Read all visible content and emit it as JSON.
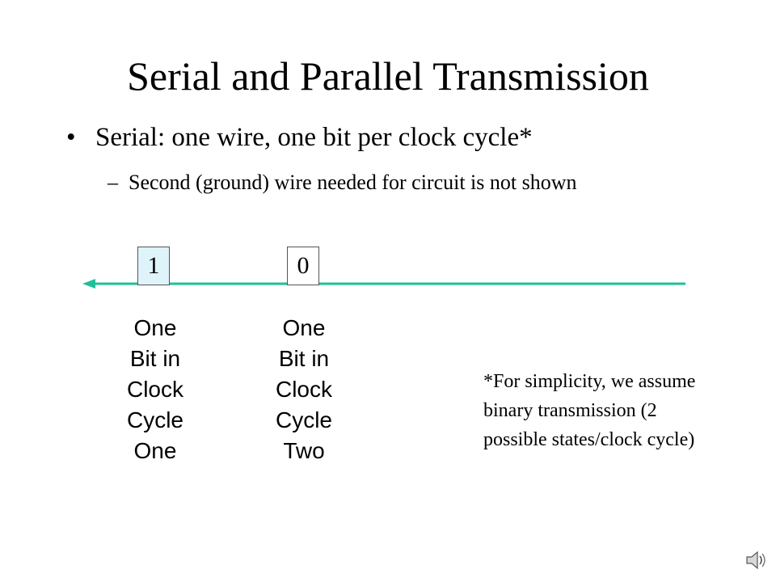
{
  "slide": {
    "title": "Serial and Parallel Transmission",
    "bullet": {
      "marker": "•",
      "text": "Serial: one wire, one bit per clock cycle*"
    },
    "sub_bullet": {
      "marker": "–",
      "text": "Second (ground) wire needed for circuit is not shown"
    }
  },
  "diagram": {
    "wire_color": "#1fbf99",
    "bits": [
      {
        "value": "1",
        "caption": [
          "One",
          "Bit in",
          "Clock",
          "Cycle",
          "One"
        ]
      },
      {
        "value": "0",
        "caption": [
          "One",
          "Bit in",
          "Clock",
          "Cycle",
          "Two"
        ]
      }
    ],
    "footnote": "*For simplicity, we assume binary transmission (2 possible states/clock cycle)"
  },
  "icons": {
    "speaker": "speaker-icon"
  }
}
